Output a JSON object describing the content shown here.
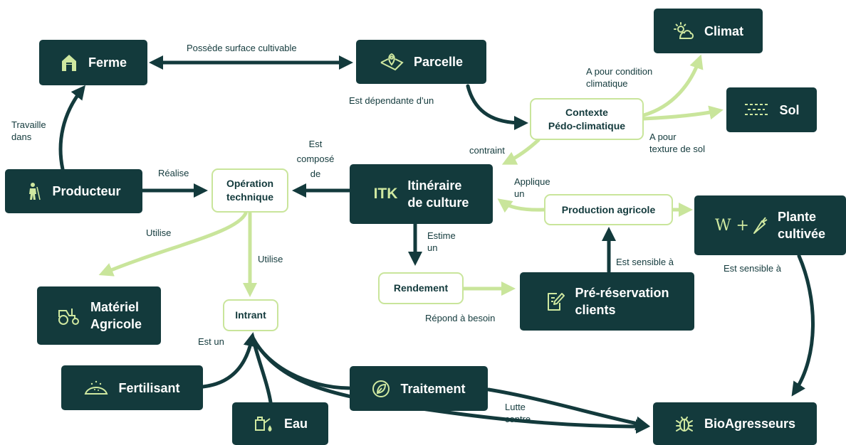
{
  "colors": {
    "dark_node": "#133a3c",
    "light_border": "#c9e59b",
    "arrow_dark": "#133a3c",
    "arrow_light": "#c9e59b",
    "icon": "#cfe8a0"
  },
  "nodes": {
    "ferme": {
      "label": "Ferme",
      "icon": "barn-icon"
    },
    "parcelle": {
      "label": "Parcelle",
      "icon": "map-pin-icon"
    },
    "climat": {
      "label": "Climat",
      "icon": "sun-cloud-icon"
    },
    "sol": {
      "label": "Sol",
      "icon": "soil-layers-icon"
    },
    "contexte": {
      "label": "Contexte\nPédo-climatique"
    },
    "producteur": {
      "label": "Producteur",
      "icon": "farmer-icon"
    },
    "operation": {
      "label": "Opération\ntechnique"
    },
    "itk": {
      "label": "Itinéraire\nde culture",
      "badge": "ITK"
    },
    "production": {
      "label": "Production agricole"
    },
    "plante": {
      "label": "Plante\ncultivée",
      "icon": "wheat-carrot-icon",
      "icon_text": "W +"
    },
    "materiel": {
      "label": "Matériel\nAgricole",
      "icon": "tractor-icon"
    },
    "intrant": {
      "label": "Intrant"
    },
    "rendement": {
      "label": "Rendement"
    },
    "prereservation": {
      "label": "Pré-réservation\nclients",
      "icon": "clipboard-pen-icon"
    },
    "fertilisant": {
      "label": "Fertilisant",
      "icon": "fertilizer-pile-icon"
    },
    "traitement": {
      "label": "Traitement",
      "icon": "leaf-icon"
    },
    "eau": {
      "label": "Eau",
      "icon": "watering-can-icon"
    },
    "bioagresseurs": {
      "label": "BioAgresseurs",
      "icon": "bug-icon"
    }
  },
  "edges": {
    "ferme_parcelle": "Possède surface cultivable",
    "parcelle_contexte": "Est dépendante d’un",
    "contexte_climat": "A pour condition\nclimatique",
    "contexte_sol": "A pour\ntexture de sol",
    "contexte_itk": "contraint",
    "producteur_ferme": "Travaille\ndans",
    "producteur_operation": "Réalise",
    "itk_operation": "Est\ncomposé\nde",
    "production_itk": "Applique\nun",
    "itk_rendement": "Estime\nun",
    "operation_materiel": "Utilise",
    "operation_intrant": "Utilise",
    "rendement_prereservation": "Répond à besoin",
    "prereservation_production": "Est sensible à",
    "plante_bioagresseurs": "Est sensible à",
    "intrant_inputs": "Est un",
    "traitement_bioagresseurs": "Lutte\ncontre"
  }
}
